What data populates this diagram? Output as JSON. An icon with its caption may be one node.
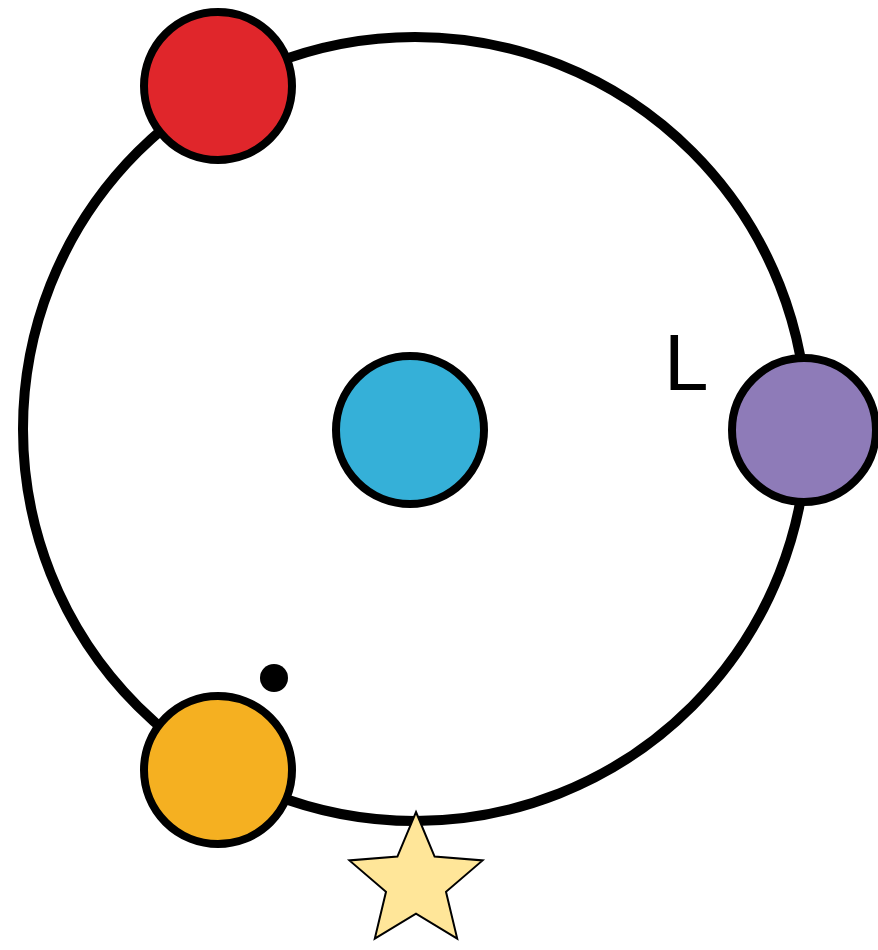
{
  "diagram": {
    "nodes": [
      {
        "text": [],
        "shape": "circle"
      },
      {
        "text": [],
        "shape": "circle"
      },
      {
        "text": [],
        "shape": "circle",
        "in": 0
      },
      {
        "text": [],
        "shape": "circle"
      },
      {
        "text": [],
        "shape": "circle"
      },
      {
        "text": [],
        "shape": "star"
      }
    ],
    "edges": [],
    "labels": [
      "L"
    ]
  }
}
